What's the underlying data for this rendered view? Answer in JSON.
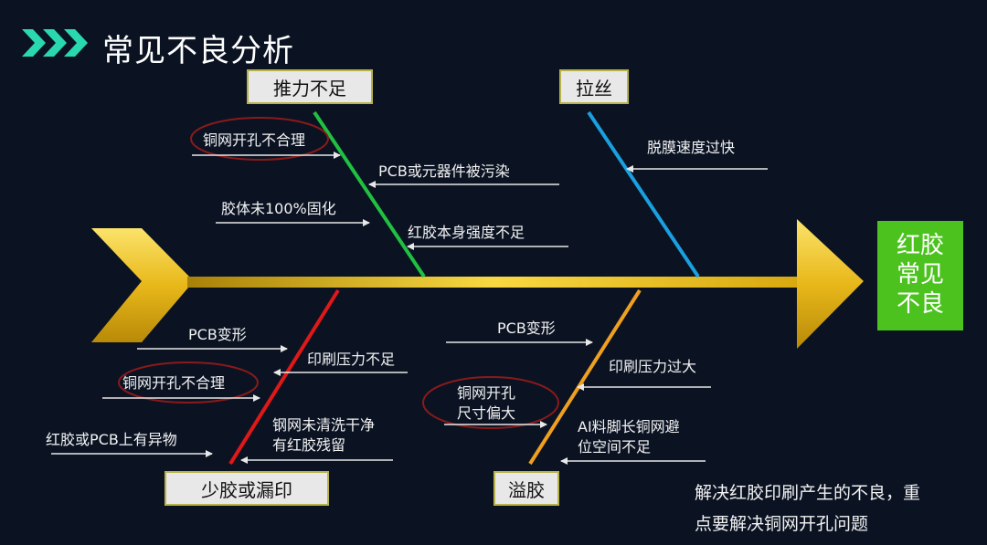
{
  "title": "常见不良分析",
  "effect": {
    "line1": "红胶",
    "line2": "常见",
    "line3": "不良"
  },
  "categories": {
    "push": "推力不足",
    "stringing": "拉丝",
    "insufficient": "少胶或漏印",
    "overflow": "溢胶"
  },
  "causes": {
    "push_stencil": "铜网开孔不合理",
    "push_contam": "PCB或元器件被污染",
    "push_cure": "胶体未100%固化",
    "push_strength": "红胶本身强度不足",
    "string_speed": "脱膜速度过快",
    "insuf_pcb": "PCB变形",
    "insuf_pressure": "印刷压力不足",
    "insuf_stencil": "铜网开孔不合理",
    "insuf_clean_1": "钢网未清洗干净",
    "insuf_clean_2": "有红胶残留",
    "insuf_foreign": "红胶或PCB上有异物",
    "over_pcb": "PCB变形",
    "over_pressure": "印刷压力过大",
    "over_size_1": "铜网开孔",
    "over_size_2": "尺寸偏大",
    "over_ai_1": "AI料脚长铜网避",
    "over_ai_2": "位空间不足"
  },
  "note": {
    "line1": "解决红胶印刷产生的不良，重",
    "line2": "点要解决铜网开孔问题"
  },
  "colors": {
    "background": "#0b1323",
    "spine": "#f0c020",
    "bone_push": "#20c040",
    "bone_stringing": "#1aa0e0",
    "bone_insufficient": "#e01818",
    "bone_overflow": "#f0a020",
    "effect_box": "#4cc21f",
    "highlight_ellipse": "#8a1a1a",
    "chevron_icon": "#2ad8b0"
  }
}
